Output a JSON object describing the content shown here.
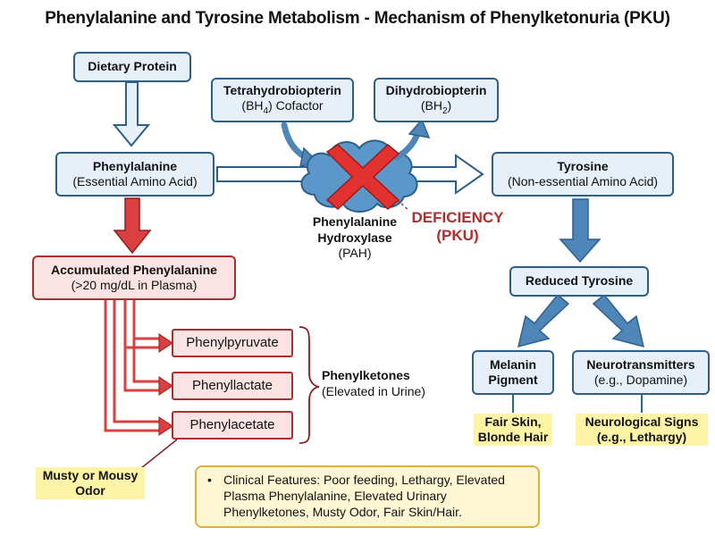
{
  "title": "Phenylalanine and Tyrosine Metabolism - Mechanism of Phenylketonuria (PKU)",
  "nodes": {
    "dietary_protein": "Dietary Protein",
    "bh4_title": "Tetrahydrobiopterin",
    "bh4_sub": "(BH",
    "bh4_subscript": "4",
    "bh4_sub_tail": ") Cofactor",
    "bh2_title": "Dihydrobiopterin",
    "bh2_sub": "(BH",
    "bh2_subscript": "2",
    "bh2_sub_tail": ")",
    "phenylalanine_title": "Phenylalanine",
    "phenylalanine_sub": "(Essential Amino Acid)",
    "tyrosine_title": "Tyrosine",
    "tyrosine_sub": "(Non-essential Amino Acid)",
    "enzyme_line1": "Phenylalanine",
    "enzyme_line2": "Hydroxylase",
    "enzyme_line3": "(PAH)",
    "deficiency_line1": "DEFICIENCY",
    "deficiency_line2": "(PKU)",
    "accumulated_title": "Accumulated Phenylalanine",
    "accumulated_sub": "(>20 mg/dL in Plasma)",
    "phenylpyruvate": "Phenylpyruvate",
    "phenyllactate": "Phenyllactate",
    "phenylacetate": "Phenylacetate",
    "phenylketones_title": "Phenylketones",
    "phenylketones_sub": "(Elevated in Urine)",
    "reduced_tyrosine": "Reduced Tyrosine",
    "melanin_line1": "Melanin",
    "melanin_line2": "Pigment",
    "neuro_title": "Neurotransmitters",
    "neuro_sub": "(e.g., Dopamine)",
    "fair_skin_line1": "Fair Skin,",
    "fair_skin_line2": "Blonde Hair",
    "neuro_signs_line1": "Neurological Signs",
    "neuro_signs_line2": "(e.g., Lethargy)",
    "odor_line1": "Musty or Mousy",
    "odor_line2": "Odor"
  },
  "clinical": {
    "bullet": "•",
    "text": "Clinical Features: Poor feeding, Lethargy, Elevated Plasma Phenylalanine, Elevated Urinary Phenylketones, Musty Odor, Fair Skin/Hair."
  },
  "colors": {
    "blue_border": "#2c5f8a",
    "blue_fill": "#e7f0f8",
    "red_border": "#b22d2d",
    "red_fill": "#fbe3e3",
    "arrow_blue": "#4f86b8",
    "arrow_red": "#d8413f",
    "enzyme_cloud": "#5b97c9",
    "highlight": "#fff3a6"
  }
}
